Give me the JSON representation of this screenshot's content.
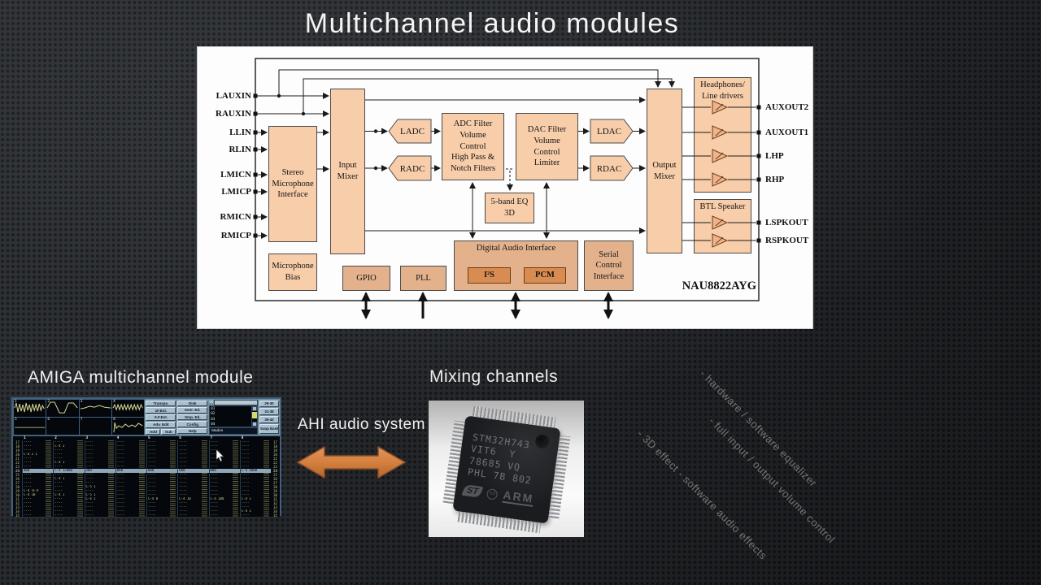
{
  "slide": {
    "title": "Multichannel audio modules"
  },
  "diagram": {
    "chip_name": "NAU8822AYG",
    "inputs": [
      "LAUXIN",
      "RAUXIN",
      "LLIN",
      "RLIN",
      "LMICN",
      "LMICP",
      "RMICN",
      "RMICP"
    ],
    "outputs": [
      "AUXOUT2",
      "AUXOUT1",
      "LHP",
      "RHP",
      "LSPKOUT",
      "RSPKOUT"
    ],
    "blocks": {
      "stereo_mic": "Stereo\nMicrophone\nInterface",
      "mic_bias": "Microphone\nBias",
      "input_mixer": "Input\nMixer",
      "ladc": "LADC",
      "radc": "RADC",
      "adc_filter": "ADC Filter\nVolume\nControl\nHigh Pass &\nNotch Filters",
      "dac_filter": "DAC Filter\nVolume\nControl\nLimiter",
      "ldac": "LDAC",
      "rdac": "RDAC",
      "eq": "5-band EQ\n3D",
      "output_mixer": "Output\nMixer",
      "hp_drivers": "Headphones/\nLine drivers",
      "btl_speaker": "BTL Speaker",
      "gpio": "GPIO",
      "pll": "PLL",
      "dai": "Digital Audio Interface",
      "i2s": "I²S",
      "pcm": "PCM",
      "sci": "Serial\nControl\nInterface"
    },
    "colors": {
      "block_fill": "#f8cda9",
      "sub_block_fill": "#d98c52",
      "line": "#1a1a1a"
    }
  },
  "amiga": {
    "heading": "AMIGA multichannel module",
    "tracker": {
      "wave_numbers": [
        "1",
        "2",
        "3",
        "4",
        "5",
        "6",
        "7",
        "8"
      ],
      "buttons_left": [
        "Transps.",
        "1F.Ext.",
        "S.F.Ext.",
        "Adv. Edit"
      ],
      "buttons_addsub": [
        "Add",
        "Sub"
      ],
      "buttons_right": [
        "Disk",
        "Instr. Ed.",
        "Smp. Ed.",
        "Config",
        "Help"
      ],
      "instr_list": [
        "00",
        "01",
        "02",
        "03",
        "04"
      ],
      "instr_name": "Madon",
      "bank_buttons": [
        "29-30",
        "31-38",
        "39-40"
      ],
      "swap_bank": "Swap Bank",
      "channel_numbers": [
        "1",
        "2",
        "3",
        "4",
        "5",
        "6",
        "7",
        "8"
      ],
      "pattern": {
        "rows": [
          {
            "n": "17",
            "cells": [
              "",
              "",
              "",
              "",
              "",
              "",
              "",
              ""
            ]
          },
          {
            "n": "18",
            "cells": [
              "",
              "C-4 1",
              "",
              "",
              "",
              "",
              "",
              ""
            ]
          },
          {
            "n": "19",
            "cells": [
              "",
              "",
              "",
              "",
              "",
              "",
              "",
              ""
            ]
          },
          {
            "n": "20",
            "cells": [
              "C-4 2 1",
              "",
              "",
              "",
              "",
              "",
              "",
              ""
            ]
          },
          {
            "n": "21",
            "cells": [
              "",
              "",
              "",
              "",
              "",
              "",
              "",
              ""
            ]
          },
          {
            "n": "22",
            "cells": [
              "",
              "C-4 1",
              "",
              "",
              "",
              "",
              "",
              ""
            ]
          },
          {
            "n": "23",
            "cells": [
              "",
              "",
              "",
              "",
              "",
              "",
              "",
              ""
            ]
          },
          {
            "n": "24",
            "hl": true,
            "cells": [
              "000",
              "C-4 12000",
              "300",
              "000",
              "000",
              "000",
              "000",
              "C-4 4000"
            ]
          },
          {
            "n": "25",
            "cells": [
              "",
              "",
              "",
              "",
              "",
              "",
              "",
              ""
            ]
          },
          {
            "n": "26",
            "cells": [
              "",
              "C-4 1",
              "",
              "",
              "",
              "",
              "",
              ""
            ]
          },
          {
            "n": "27",
            "cells": [
              "",
              "",
              "",
              "",
              "",
              "",
              "",
              ""
            ]
          },
          {
            "n": "28",
            "cells": [
              "",
              "",
              "C-5 1",
              "",
              "",
              "",
              "",
              ""
            ]
          },
          {
            "n": "29",
            "cells": [
              "C-4 1F7F",
              "",
              "",
              "",
              "",
              "",
              "",
              ""
            ]
          },
          {
            "n": "30",
            "cells": [
              "C-4 1B",
              "C-4 1",
              "C-5 1",
              "",
              "",
              "",
              "",
              ""
            ]
          },
          {
            "n": "31",
            "cells": [
              "",
              "",
              "C-4 1",
              "",
              "C-4 8",
              "C-4 10",
              "C-4 1B0",
              "C-4 1"
            ]
          },
          {
            "n": "32",
            "cells": [
              "",
              "",
              "",
              "",
              "",
              "",
              "",
              ""
            ]
          },
          {
            "n": "33",
            "cells": [
              "",
              "",
              "",
              "",
              "",
              "",
              "",
              ""
            ]
          },
          {
            "n": "34",
            "cells": [
              "",
              "",
              "",
              "",
              "",
              "",
              "",
              "C-4 1"
            ]
          },
          {
            "n": "35",
            "cells": [
              "",
              "",
              "",
              "",
              "",
              "",
              "",
              ""
            ]
          }
        ]
      }
    }
  },
  "ahi": {
    "label": "AHI audio system",
    "arrow_color": "#d4803f"
  },
  "mixing": {
    "heading": "Mixing channels",
    "chip": {
      "marking": "STM32H743\nVIT6  Y\n78685 VQ\nPHL 7B 802",
      "logo": "ST",
      "emark": "e3",
      "brand": "ARM"
    }
  },
  "bullets": [
    "- hardware / software equalizer",
    "- full input / output volume control",
    "- 3D effect - software audio effects"
  ]
}
